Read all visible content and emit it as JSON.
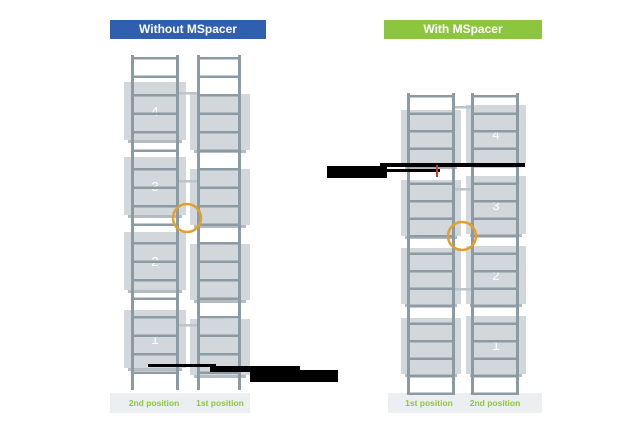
{
  "colors": {
    "left_banner": "#2f5fae",
    "right_banner": "#8cc63f",
    "frame": "#8c9aa4",
    "frame_light": "#b9c3c9",
    "box": "#c9d0d4",
    "box_dark": "#b4bcc1",
    "highlight_ring": "#e0a02a",
    "position_label": "#8cc63f",
    "redaction": "#000000",
    "spacer_red": "#c0392b"
  },
  "left_panel": {
    "title": "Without MSpacer",
    "outer_rack_boxes": [
      "4",
      "3",
      "2",
      "1"
    ],
    "labels": {
      "outer": "2nd position",
      "inner": "1st position"
    }
  },
  "right_panel": {
    "title": "With MSpacer",
    "outer_rack_boxes": [
      "4",
      "3",
      "2",
      "1"
    ],
    "labels": {
      "inner": "1st position",
      "outer": "2nd position"
    }
  }
}
